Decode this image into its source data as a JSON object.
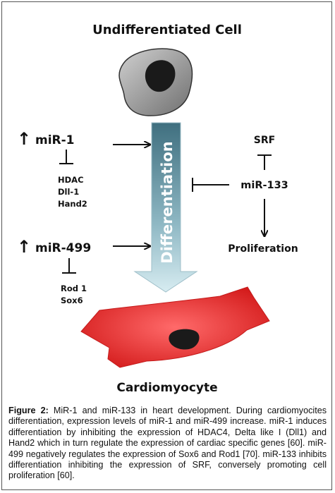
{
  "diagram": {
    "title": "Undifferentiated Cell",
    "bottom_title": "Cardiomyocyte",
    "arrow_label": "Differentiation",
    "mir1": {
      "arrow": "↑",
      "label": "miR-1",
      "targets": [
        "HDAC",
        "Dll-1",
        "Hand2"
      ]
    },
    "mir499": {
      "arrow": "↑",
      "label": "miR-499",
      "targets": [
        "Rod 1",
        "Sox6"
      ]
    },
    "mir133": {
      "label": "miR-133",
      "top": "SRF",
      "bottom": "Proliferation"
    },
    "colors": {
      "arrow_top": "#3f6f7f",
      "arrow_bottom": "#cfe6ec",
      "cardiomyocyte": "#e62a2a",
      "nucleus": "#1a1a1a",
      "cell_fill": "#9a9a9a"
    }
  },
  "caption": {
    "prefix": "Figure 2:",
    "text": " MiR-1 and miR-133 in heart development. During cardiomyocites differentiation, expression levels of miR-1 and miR-499 increase. miR-1 induces differentiation by inhibiting the expression of HDAC4, Delta like I (Dll1) and Hand2 which in turn regulate the expression of cardiac specific genes [60]. miR-499 negatively regulates the expression of Sox6 and Rod1  [70]. miR-133 inhibits differentiation inhibiting the expression of SRF, conversely promoting cell proliferation [60]."
  }
}
